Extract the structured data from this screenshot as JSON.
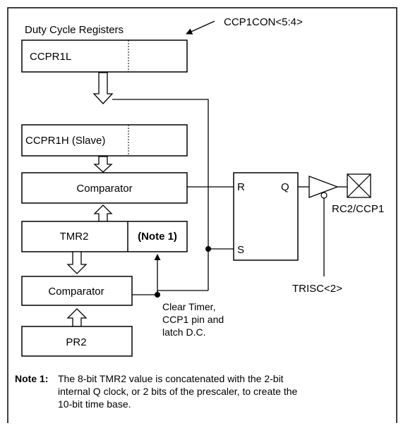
{
  "title": "Duty Cycle Registers",
  "ccp1con_label": "CCP1CON<5:4>",
  "blocks": {
    "ccpr1l": "CCPR1L",
    "ccpr1h": "CCPR1H (Slave)",
    "comparator_top": "Comparator",
    "tmr2": "TMR2",
    "note_ref": "(Note 1)",
    "comparator_bottom": "Comparator",
    "pr2": "PR2"
  },
  "latch": {
    "r": "R",
    "s": "S",
    "q": "Q"
  },
  "pin_label": "RC2/CCP1",
  "trisc_label": "TRISC<2>",
  "clear_timer": [
    "Clear Timer,",
    "CCP1 pin and",
    "latch D.C."
  ],
  "note": {
    "label": "Note 1:",
    "lines": [
      "The 8-bit TMR2 value is concatenated with the 2-bit",
      "internal Q clock, or 2 bits of the prescaler, to create the",
      "10-bit time base."
    ]
  },
  "colors": {
    "line": "#000000",
    "background": "#ffffff"
  }
}
